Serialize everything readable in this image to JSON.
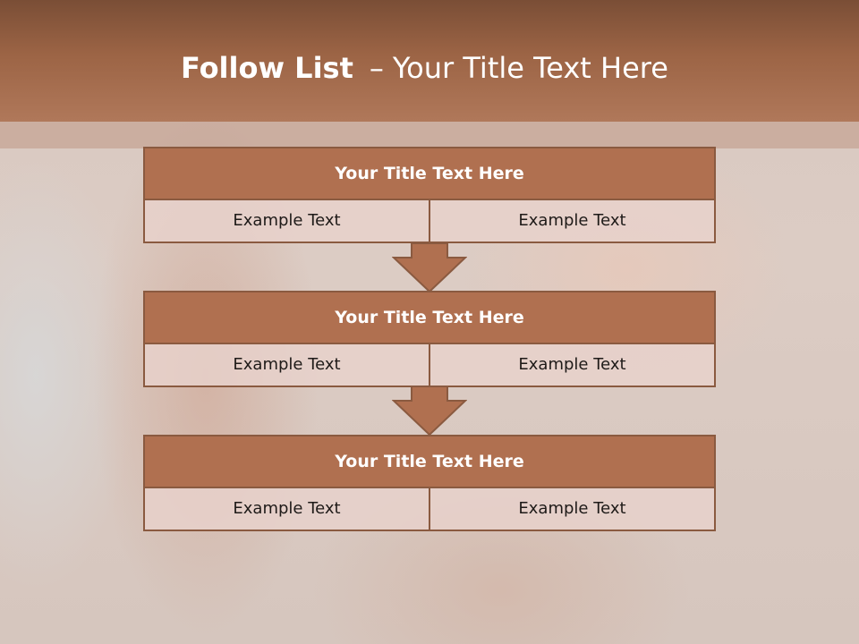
{
  "slide": {
    "title_bold": "Follow List",
    "title_separator": "–",
    "title_rest": "Your Title Text Here"
  },
  "blocks": [
    {
      "title": "Your Title Text Here",
      "left_text": "Example Text",
      "right_text": "Example Text"
    },
    {
      "title": "Your Title Text Here",
      "left_text": "Example Text",
      "right_text": "Example Text"
    },
    {
      "title": "Your Title Text Here",
      "left_text": "Example Text",
      "right_text": "Example Text"
    }
  ],
  "colors": {
    "header": "#a06848",
    "block_title": "#b07050",
    "border": "#8a5a40",
    "cell": "#e6d2cc"
  }
}
